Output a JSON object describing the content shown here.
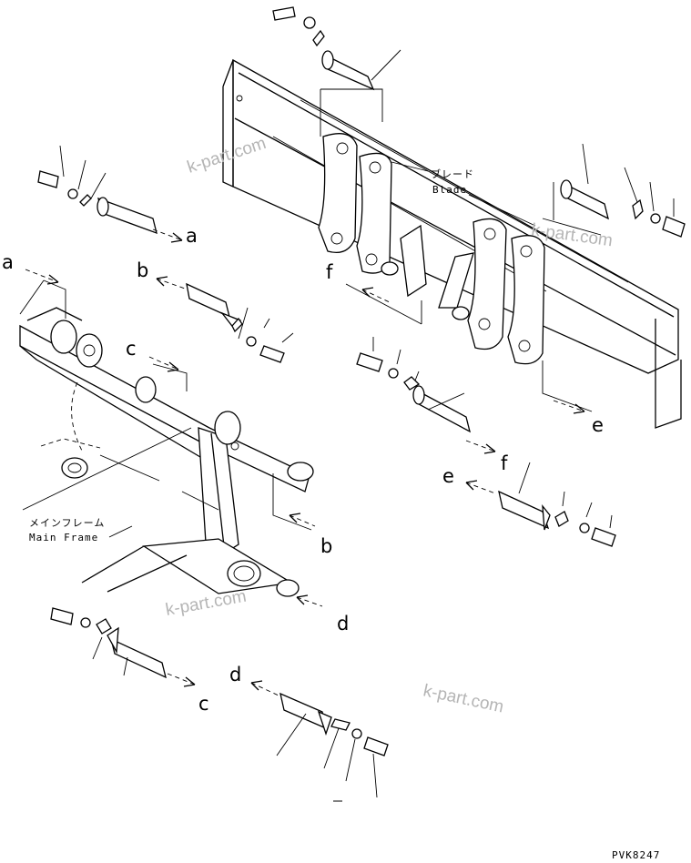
{
  "callouts": {
    "blade_jp": "ブレード",
    "blade_en": "Blade",
    "frame_jp": "メインフレーム",
    "frame_en": "Main Frame"
  },
  "letters": {
    "a": "a",
    "b": "b",
    "c": "c",
    "d": "d",
    "e": "e",
    "f": "f"
  },
  "watermark": "k-part.com",
  "drawing_code": "PVK8247"
}
